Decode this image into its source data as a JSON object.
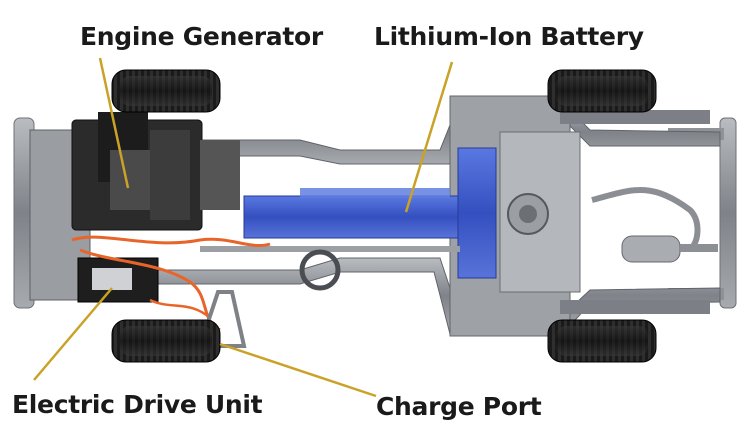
{
  "diagram": {
    "labels": {
      "engine_generator": "Engine Generator",
      "lithium_ion_battery": "Lithium-Ion Battery",
      "electric_drive_unit": "Electric Drive Unit",
      "charge_port": "Charge Port"
    },
    "colors": {
      "leader_line": "#c9a227",
      "battery": "#3f5fd0",
      "chassis": "#8d9197",
      "tire": "#1c1c1c",
      "orange_cable": "#e8652a",
      "engine_block": "#2b2b2b"
    }
  }
}
